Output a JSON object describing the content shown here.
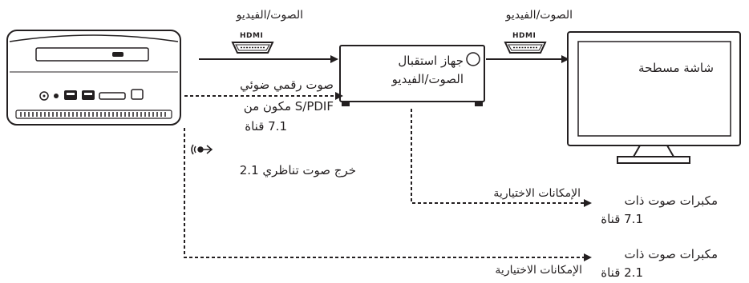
{
  "labels": {
    "audio_video_1": "الصوت/الفيديو",
    "audio_video_2": "الصوت/الفيديو",
    "hdmi_logo_1": "HDMI",
    "hdmi_logo_2": "HDMI",
    "receiver_line1": "جهاز استقبال",
    "receiver_line2": "الصوت/الفيديو",
    "flat_screen": "شاشة مسطحة",
    "digital_optical": "صوت رقمي ضوئي",
    "spdif_line1": "S/PDIF مكون من",
    "spdif_line2": "7.1 قناة",
    "analog_out_line1": "خرج صوت تناظري 2.1",
    "optional_1": "الإمكانات الاختيارية",
    "optional_2": "الإمكانات الاختيارية",
    "speakers_71_line1": "مكبرات صوت ذات",
    "speakers_71_line2": "7.1 قناة",
    "speakers_21_line1": "مكبرات صوت ذات",
    "speakers_21_line2": "2.1 قناة"
  },
  "icons": {
    "hdmi_connector": "hdmi-connector-icon",
    "headphone_audio": "audio-out-icon"
  }
}
